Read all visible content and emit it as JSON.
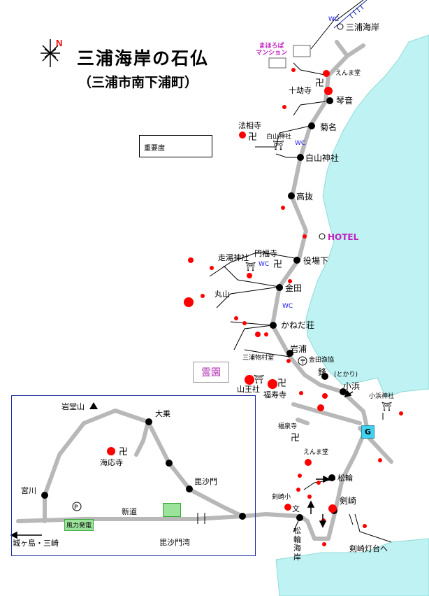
{
  "title": "三浦海岸の石仏",
  "subtitle": "（三浦市南下浦町）",
  "legend": {
    "label": "重要度"
  },
  "colors": {
    "sea": "#bff2f2",
    "road": "#b8b8b8",
    "stop": "#000000",
    "marker": "#ff0000",
    "accent": "#c020c0",
    "wc": "#1a1aee"
  },
  "icons": {
    "north": "north-arrow-icon",
    "temple": "manji-icon",
    "shrine": "torii-icon",
    "school": "school-icon",
    "post": "post-office-icon",
    "bus": "bus-stop-icon"
  },
  "stops": {
    "miura_kaigan": "三浦海岸",
    "kinnon": "琴音",
    "kikuna": "菊名",
    "hakusan_jinja": "白山神社",
    "takanuki": "高抜",
    "yakubashita": "役場下",
    "kaneda": "金田",
    "kanedaso": "かねだ荘",
    "iwaura": "岩浦",
    "tomari": "鋒",
    "tomari_reading": "(とかり)",
    "kohama": "小浜",
    "shoukin": "松輪",
    "tsurugisaki": "剣崎"
  },
  "places": {
    "mansion": "まほろば\nマンション",
    "enmado_top": "えんま堂",
    "jikkokuji": "十劫寺",
    "hossoji": "法相寺",
    "hakusan_shrine": "白山神社",
    "hotel": "HOTEL",
    "hashiriyu": "走湯神社",
    "enpukuji": "円福寺",
    "maruyama": "丸山",
    "miura_busshitsu": "三浦物村堂",
    "kaneda_fishery": "金田漁協",
    "reien": "霊園",
    "sanno": "山王社",
    "fukujuji": "福寿寺",
    "kohama_jinja": "小浜神社",
    "fukusenji": "福泉寺",
    "enmado_bottom": "えんま堂",
    "tsurugisaki_school": "剣崎小",
    "matsuwa_kaigan": "松\n輪\n海\n岸",
    "lighthouse": "剣崎灯台へ",
    "g": "G",
    "wc": "WC"
  },
  "inset": {
    "iwadosan": "岩堂山",
    "daijo": "大乗",
    "kaiouji": "海応寺",
    "bishamon": "毘沙門",
    "miyagawa": "宮川",
    "shindo": "新道",
    "power": "風力発電",
    "jogashima": "城ヶ島・三崎",
    "bishamon_bay": "毘沙門湾"
  }
}
